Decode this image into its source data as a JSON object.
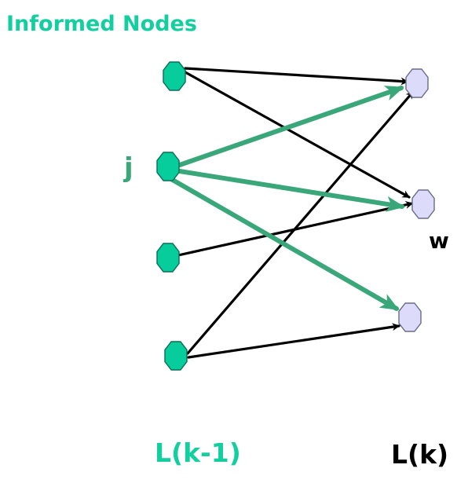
{
  "title": "Informed Nodes",
  "labels": {
    "j": "j",
    "w": "w",
    "layer_prev": "L(k-1)",
    "layer_cur": "L(k)"
  },
  "colors": {
    "informed_node_fill": "#07cc9c",
    "informed_node_stroke": "#0a6e55",
    "target_node_fill": "#dcdcfa",
    "target_node_stroke": "#6a6a8a",
    "black_edge": "#000000",
    "green_edge": "#3aa77a",
    "title_text": "#13cfa0",
    "j_text": "#3aa77a"
  },
  "edges": [
    {
      "from": "source-1",
      "to": "target-1",
      "style": "black"
    },
    {
      "from": "source-1",
      "to": "target-2",
      "style": "black"
    },
    {
      "from": "source-3",
      "to": "target-2",
      "style": "black"
    },
    {
      "from": "source-4",
      "to": "target-1",
      "style": "black"
    },
    {
      "from": "source-4",
      "to": "target-3",
      "style": "black"
    },
    {
      "from": "source-j",
      "to": "target-1",
      "style": "green"
    },
    {
      "from": "source-j",
      "to": "target-2",
      "style": "green"
    },
    {
      "from": "source-j",
      "to": "target-3",
      "style": "green"
    }
  ]
}
